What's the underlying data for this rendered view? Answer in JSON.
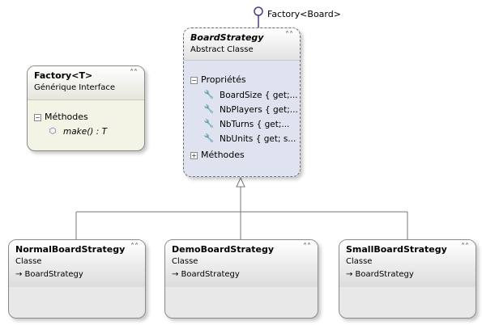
{
  "interface_lollipop": {
    "label": "Factory<Board>"
  },
  "factory": {
    "name": "Factory<T>",
    "kind": "Générique Interface",
    "sections": [
      {
        "label": "Méthodes",
        "toggle": "−",
        "members": [
          {
            "icon": "method-icon",
            "text": "make() : T"
          }
        ]
      }
    ]
  },
  "board_strategy": {
    "name": "BoardStrategy",
    "kind": "Abstract Classe",
    "properties": {
      "label": "Propriétés",
      "toggle": "−",
      "members": [
        {
          "icon": "wrench-icon",
          "text": "BoardSize { get;..."
        },
        {
          "icon": "wrench-icon",
          "text": "NbPlayers { get;..."
        },
        {
          "icon": "wrench-icon",
          "text": "NbTurns { get;..."
        },
        {
          "icon": "wrench-icon",
          "text": "NbUnits { get; s..."
        }
      ]
    },
    "methods": {
      "label": "Méthodes",
      "toggle": "+"
    }
  },
  "subclasses": [
    {
      "name": "NormalBoardStrategy",
      "kind": "Classe",
      "inherits": "→ BoardStrategy"
    },
    {
      "name": "DemoBoardStrategy",
      "kind": "Classe",
      "inherits": "→ BoardStrategy"
    },
    {
      "name": "SmallBoardStrategy",
      "kind": "Classe",
      "inherits": "→ BoardStrategy"
    }
  ],
  "colors": {
    "header_gradient_top": "#ffffff",
    "header_gradient_bottom": "#dcdcdc",
    "abstract_body": "#dfe3ef",
    "interface_body": "#f3f3e6",
    "class_body": "#e8e8e8",
    "lollipop": "#4b3a8c"
  }
}
